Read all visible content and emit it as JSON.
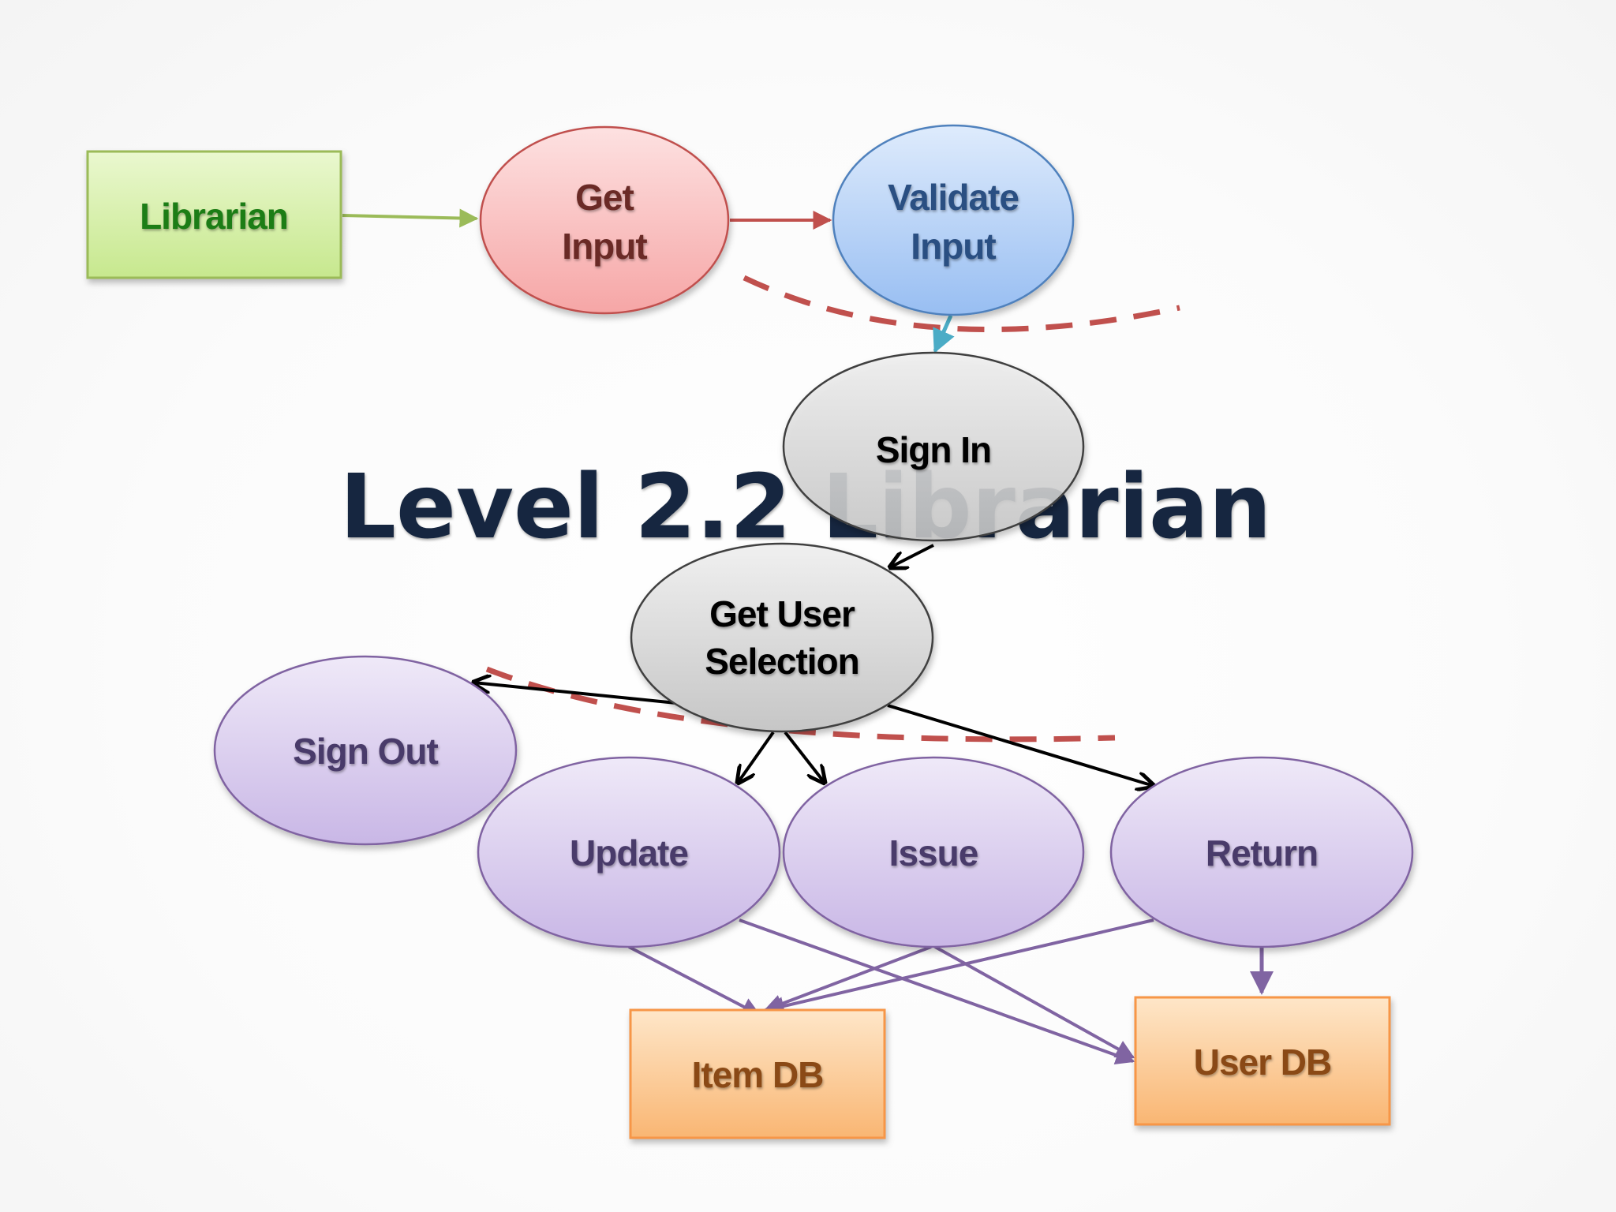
{
  "title": "Level 2.2 Librarian",
  "colors": {
    "title": "#17283f",
    "entity_green_fill": "#d6f0a8",
    "entity_green_stroke": "#9bbb59",
    "entity_green_text": "#1e7d12",
    "process_red_fill": "#fbbcbc",
    "process_red_stroke": "#c0504d",
    "process_red_text": "#6b2a25",
    "process_blue_fill": "#b3d1f7",
    "process_blue_stroke": "#4f81bd",
    "process_blue_text": "#2a4f82",
    "process_gray_fill": "#d9d9d9",
    "process_gray_stroke": "#404040",
    "process_gray_text": "#000000",
    "process_purple_fill": "#dcd0ef",
    "process_purple_stroke": "#8064a2",
    "process_purple_text": "#4a3a6a",
    "store_orange_fill": "#fcd19c",
    "store_orange_stroke": "#f79646",
    "store_orange_text": "#8a4a12",
    "boundary_dash": "#c0504d",
    "edge_green": "#9bbb59",
    "edge_red": "#c0504d",
    "edge_teal": "#4bacc6",
    "edge_black": "#000000",
    "edge_purple": "#8064a2"
  },
  "nodes": {
    "librarian": {
      "label": "Librarian",
      "kind": "external-entity"
    },
    "get_input": {
      "label": "Get Input",
      "kind": "process"
    },
    "validate_input": {
      "label": "Validate Input",
      "kind": "process"
    },
    "sign_in": {
      "label": "Sign In",
      "kind": "process"
    },
    "get_user_selection": {
      "label": "Get User Selection",
      "kind": "process"
    },
    "sign_out": {
      "label": "Sign Out",
      "kind": "process"
    },
    "update": {
      "label": "Update",
      "kind": "process"
    },
    "issue": {
      "label": "Issue",
      "kind": "process"
    },
    "return": {
      "label": "Return",
      "kind": "process"
    },
    "item_db": {
      "label": "Item DB",
      "kind": "data-store"
    },
    "user_db": {
      "label": "User DB",
      "kind": "data-store"
    }
  },
  "edges": [
    {
      "from": "librarian",
      "to": "get_input"
    },
    {
      "from": "get_input",
      "to": "validate_input"
    },
    {
      "from": "validate_input",
      "to": "sign_in"
    },
    {
      "from": "sign_in",
      "to": "get_user_selection"
    },
    {
      "from": "get_user_selection",
      "to": "sign_out"
    },
    {
      "from": "get_user_selection",
      "to": "update"
    },
    {
      "from": "get_user_selection",
      "to": "issue"
    },
    {
      "from": "get_user_selection",
      "to": "return"
    },
    {
      "from": "update",
      "to": "item_db"
    },
    {
      "from": "update",
      "to": "user_db"
    },
    {
      "from": "issue",
      "to": "item_db"
    },
    {
      "from": "issue",
      "to": "user_db"
    },
    {
      "from": "return",
      "to": "item_db"
    },
    {
      "from": "return",
      "to": "user_db"
    }
  ]
}
